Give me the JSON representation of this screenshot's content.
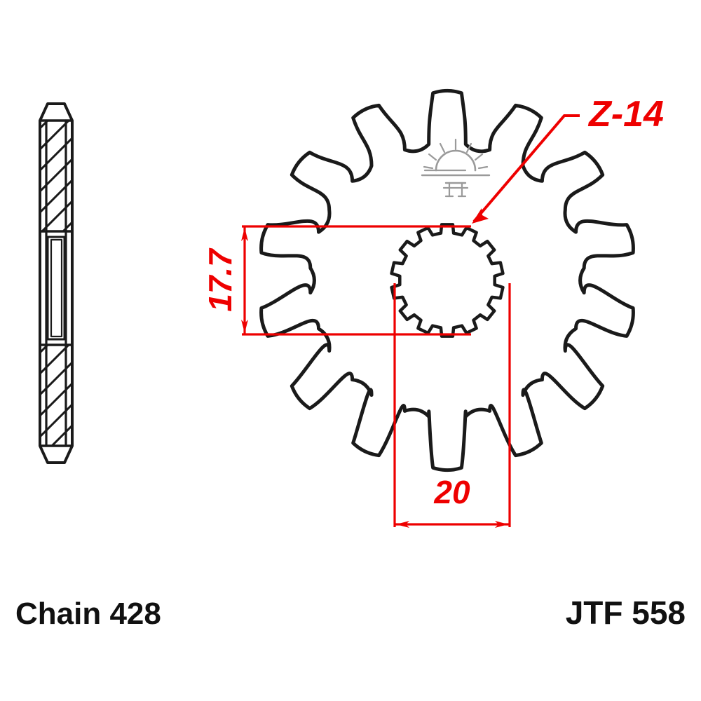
{
  "drawing": {
    "type": "technical-drawing",
    "subject": "motorcycle front sprocket",
    "background_color": "#ffffff",
    "line_color": "#1a1a1a",
    "dimension_color": "#ee0000",
    "watermark_color": "#9a9a9a"
  },
  "labels": {
    "chain": "Chain 428",
    "part_number": "JTF 558",
    "teeth_callout": "Z-14"
  },
  "dimensions": {
    "vertical": {
      "value": "17.7",
      "orientation": "vertical",
      "unit": "mm"
    },
    "horizontal": {
      "value": "20",
      "orientation": "horizontal",
      "unit": "mm"
    }
  },
  "views": {
    "side": {
      "name": "side-section-view",
      "hatching": "diagonal"
    },
    "front": {
      "name": "front-view",
      "tooth_count": 14,
      "spline_count": 14
    }
  },
  "icons": {
    "watermark": "sunrise-gate-icon",
    "leader": "leader-arrow-icon"
  }
}
